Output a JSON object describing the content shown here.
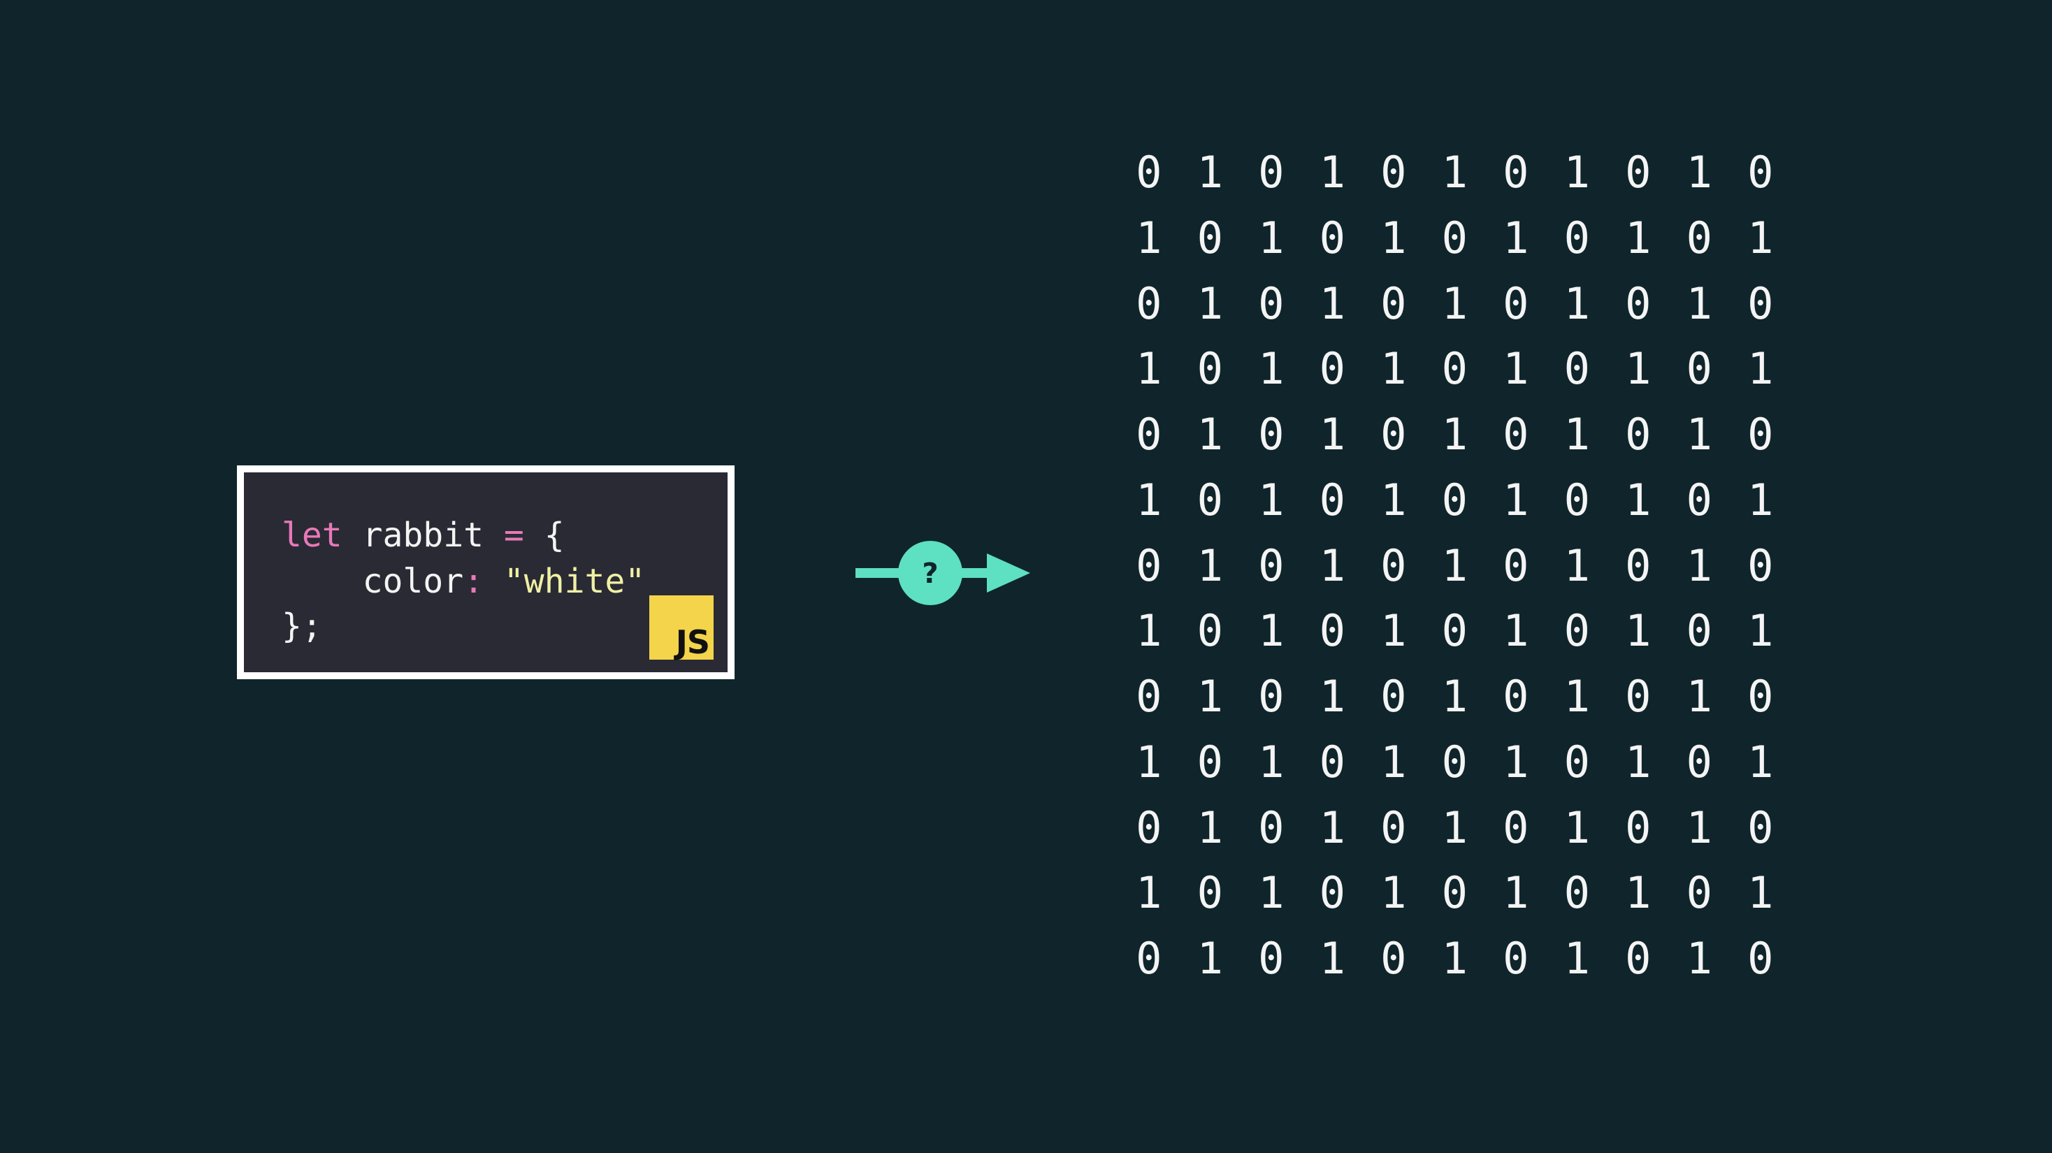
{
  "code": {
    "line1": {
      "keyword": "let",
      "name": " rabbit ",
      "operator": "=",
      "brace": " {"
    },
    "line2": {
      "indent": "    ",
      "prop": "color",
      "colon": ":",
      "value": " \"white\""
    },
    "line3": {
      "text": "};"
    },
    "badge": "JS"
  },
  "arrow": {
    "label": "?"
  },
  "binary": {
    "rows": [
      [
        "0",
        "1",
        "0",
        "1",
        "0",
        "1",
        "0",
        "1",
        "0",
        "1",
        "0"
      ],
      [
        "1",
        "0",
        "1",
        "0",
        "1",
        "0",
        "1",
        "0",
        "1",
        "0",
        "1"
      ],
      [
        "0",
        "1",
        "0",
        "1",
        "0",
        "1",
        "0",
        "1",
        "0",
        "1",
        "0"
      ],
      [
        "1",
        "0",
        "1",
        "0",
        "1",
        "0",
        "1",
        "0",
        "1",
        "0",
        "1"
      ],
      [
        "0",
        "1",
        "0",
        "1",
        "0",
        "1",
        "0",
        "1",
        "0",
        "1",
        "0"
      ],
      [
        "1",
        "0",
        "1",
        "0",
        "1",
        "0",
        "1",
        "0",
        "1",
        "0",
        "1"
      ],
      [
        "0",
        "1",
        "0",
        "1",
        "0",
        "1",
        "0",
        "1",
        "0",
        "1",
        "0"
      ],
      [
        "1",
        "0",
        "1",
        "0",
        "1",
        "0",
        "1",
        "0",
        "1",
        "0",
        "1"
      ],
      [
        "0",
        "1",
        "0",
        "1",
        "0",
        "1",
        "0",
        "1",
        "0",
        "1",
        "0"
      ],
      [
        "1",
        "0",
        "1",
        "0",
        "1",
        "0",
        "1",
        "0",
        "1",
        "0",
        "1"
      ],
      [
        "0",
        "1",
        "0",
        "1",
        "0",
        "1",
        "0",
        "1",
        "0",
        "1",
        "0"
      ],
      [
        "1",
        "0",
        "1",
        "0",
        "1",
        "0",
        "1",
        "0",
        "1",
        "0",
        "1"
      ],
      [
        "0",
        "1",
        "0",
        "1",
        "0",
        "1",
        "0",
        "1",
        "0",
        "1",
        "0"
      ]
    ]
  },
  "colors": {
    "background": "#0f252b",
    "code_bg": "#2a2a35",
    "keyword": "#e879b8",
    "string": "#f0f0a4",
    "accent": "#5ee0c2",
    "js_badge": "#f3d44a"
  }
}
